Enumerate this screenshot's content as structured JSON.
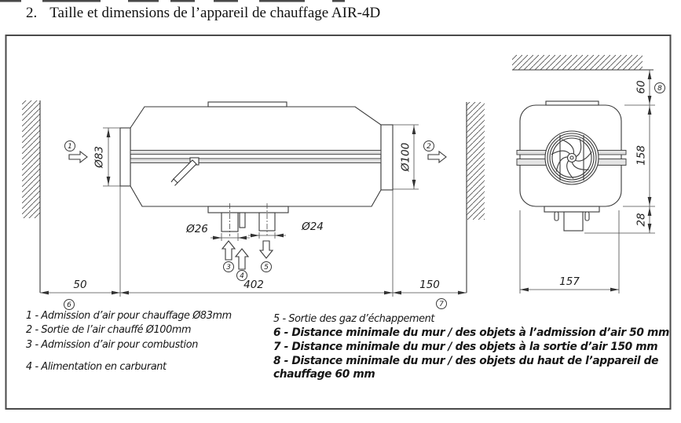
{
  "title": {
    "number": "2.",
    "text": "Taille et dimensions de l’appareil de chauffage AIR-4D"
  },
  "drawing": {
    "dims": {
      "air_inlet_dia": "Ø83",
      "air_outlet_dia": "Ø100",
      "combustion_inlet_dia": "Ø26",
      "exhaust_dia": "Ø24",
      "wall_gap_left": "50",
      "body_length": "402",
      "wall_gap_right": "150",
      "front_width": "157",
      "top_gap": "60",
      "front_height": "158",
      "bottom_protrusion": "28"
    },
    "callouts": {
      "c1": "1",
      "c2": "2",
      "c3": "3",
      "c4": "4",
      "c5": "5",
      "c6": "6",
      "c7": "7",
      "c8": "8"
    }
  },
  "legend": {
    "left": [
      "1 - Admission d’air pour chauffage Ø83mm",
      "2 - Sortie de l’air chauffé Ø100mm",
      "3 - Admission d’air pour combustion",
      "4 - Alimentation en carburant"
    ],
    "right_regular": "5 - Sortie des gaz d’échappement",
    "right_bold": [
      "6 - Distance minimale du mur / des objets à l’admission d’air 50 mm",
      "7 - Distance minimale du mur / des objets à la sortie d’air 150 mm",
      "8 - Distance minimale du mur / des objets du haut de l’appareil de chauffage 60 mm"
    ]
  },
  "colors": {
    "line": "#3a3a3a",
    "text": "#161616",
    "band_fill": "#e2e2e2"
  }
}
